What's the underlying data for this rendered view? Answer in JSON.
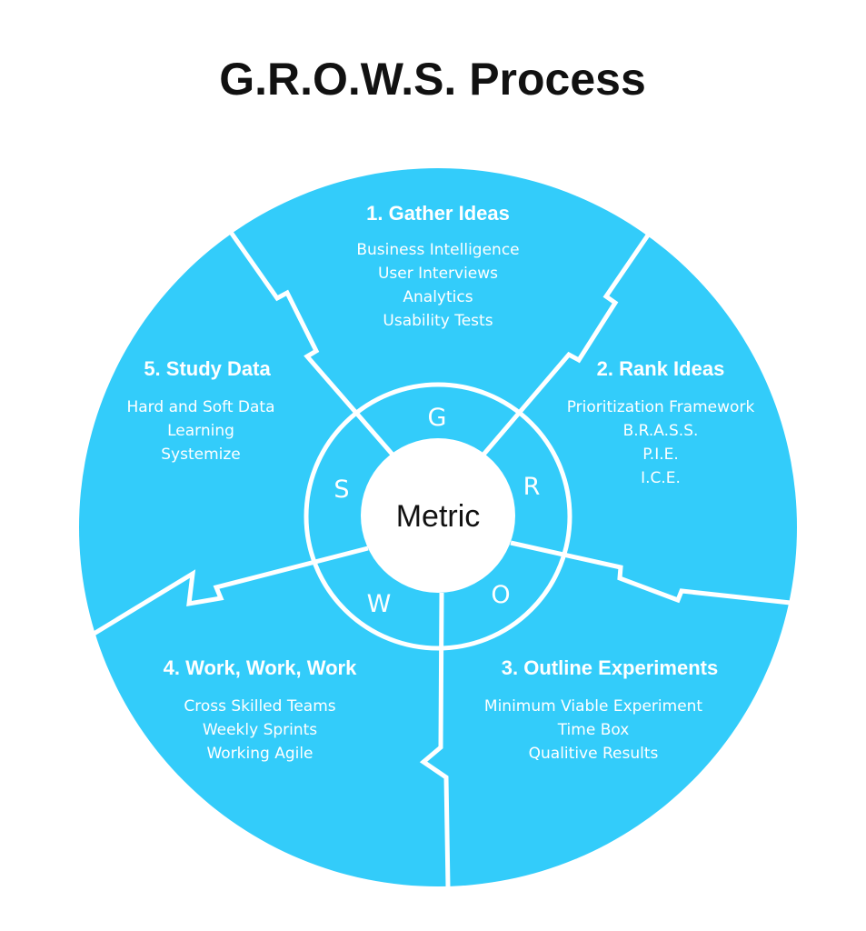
{
  "title": "G.R.O.W.S. Process",
  "colors": {
    "segment_fill": "#33ccfa",
    "divider": "#ffffff",
    "center_fill": "#ffffff",
    "title": "#111111"
  },
  "center": {
    "label": "Metric"
  },
  "ring_letters": {
    "g": "G",
    "r": "R",
    "o": "O",
    "w": "W",
    "s": "S"
  },
  "segments": {
    "gather": {
      "title": "1. Gather Ideas",
      "items": [
        "Business Intelligence",
        "User Interviews",
        "Analytics",
        "Usability Tests"
      ]
    },
    "rank": {
      "title": "2. Rank Ideas",
      "items": [
        "Prioritization Framework",
        "B.R.A.S.S.",
        "P.I.E.",
        "I.C.E."
      ]
    },
    "outline": {
      "title": "3. Outline Experiments",
      "items": [
        "Minimum Viable Experiment",
        "Time Box",
        "Qualitive Results"
      ]
    },
    "work": {
      "title": "4. Work, Work, Work",
      "items": [
        "Cross Skilled Teams",
        "Weekly Sprints",
        "Working Agile"
      ]
    },
    "study": {
      "title": "5. Study Data",
      "items": [
        "Hard and Soft Data",
        "Learning",
        "Systemize"
      ]
    }
  }
}
